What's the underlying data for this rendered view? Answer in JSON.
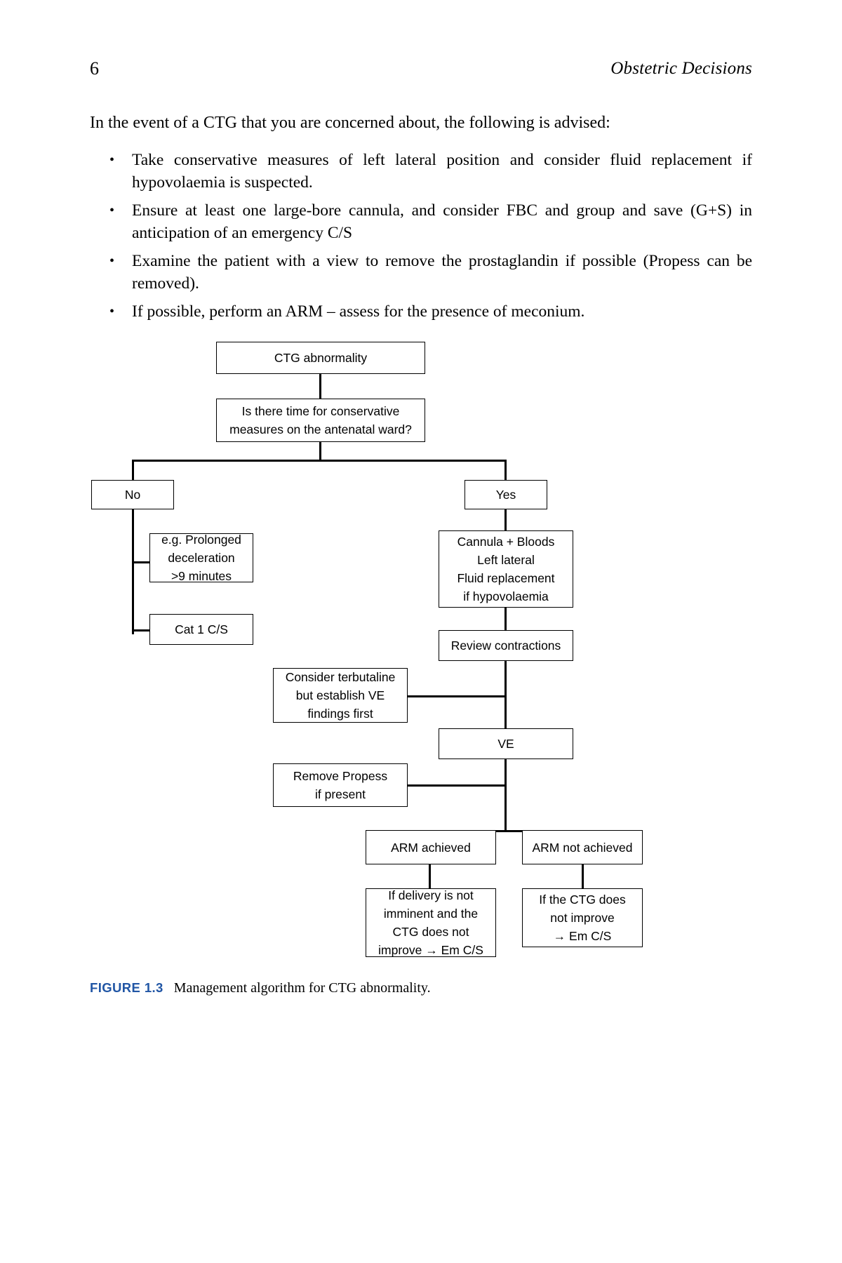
{
  "page": {
    "folio": "6",
    "book_title": "Obstetric Decisions"
  },
  "body": {
    "intro": "In the event of a CTG that you are concerned about, the following is advised:",
    "bullet_marker": "•",
    "bullets": [
      "Take conservative measures of left lateral position and consider fluid replacement if hypovolaemia is suspected.",
      "Ensure at least one large-bore cannula, and consider FBC and group and save (G+S) in anticipation of an emergency C/S",
      "Examine the patient with a view to remove the prostaglandin if possible (Propess can be removed).",
      "If possible, perform an ARM – assess for the presence of meconium."
    ]
  },
  "figure": {
    "label": "FIGURE 1.3",
    "label_color": "#2156a5",
    "caption": "Management algorithm for CTG abnormality."
  },
  "chart_data": {
    "type": "flowchart",
    "title": "Management algorithm for CTG abnormality",
    "nodes": [
      {
        "id": "ctg",
        "text": "CTG abnormality"
      },
      {
        "id": "question",
        "text": "Is there time for conservative measures on the antenatal ward?"
      },
      {
        "id": "no",
        "text": "No"
      },
      {
        "id": "yes",
        "text": "Yes"
      },
      {
        "id": "prolonged",
        "text": "e.g. Prolonged deceleration >9 minutes"
      },
      {
        "id": "cat1",
        "text": "Cat 1 C/S"
      },
      {
        "id": "cannula",
        "text": "Cannula + Bloods Left lateral Fluid replacement if hypovolaemia"
      },
      {
        "id": "review",
        "text": "Review contractions"
      },
      {
        "id": "terbutaline",
        "text": "Consider terbutaline but establish VE findings first"
      },
      {
        "id": "ve",
        "text": "VE"
      },
      {
        "id": "propess",
        "text": "Remove Propess if present"
      },
      {
        "id": "armyes",
        "text": "ARM achieved"
      },
      {
        "id": "armno",
        "text": "ARM not achieved"
      },
      {
        "id": "armyes_out",
        "text": "If delivery is not imminent and the CTG does not improve → Em C/S"
      },
      {
        "id": "armno_out",
        "text": "If the CTG does not improve → Em C/S"
      }
    ],
    "node_lines": {
      "ctg": [
        "CTG abnormality"
      ],
      "question": [
        "Is there time for conservative",
        "measures on the antenatal ward?"
      ],
      "no": [
        "No"
      ],
      "yes": [
        "Yes"
      ],
      "prolonged": [
        "e.g. Prolonged",
        "deceleration",
        ">9 minutes"
      ],
      "cat1": [
        "Cat 1 C/S"
      ],
      "cannula": [
        "Cannula + Bloods",
        "Left lateral",
        "Fluid replacement",
        "if hypovolaemia"
      ],
      "review": [
        "Review contractions"
      ],
      "terbutaline": [
        "Consider terbutaline",
        "but establish VE",
        "findings first"
      ],
      "ve": [
        "VE"
      ],
      "propess": [
        "Remove Propess",
        "if present"
      ],
      "armyes": [
        "ARM achieved"
      ],
      "armno": [
        "ARM not achieved"
      ],
      "armyes_out": [
        "If delivery is not",
        "imminent and the",
        "CTG does not",
        "improve → Em C/S"
      ],
      "armno_out": [
        "If the CTG does",
        "not improve",
        "→ Em C/S"
      ]
    },
    "edges": [
      {
        "from": "ctg",
        "to": "question"
      },
      {
        "from": "question",
        "to": "no",
        "label": "No"
      },
      {
        "from": "question",
        "to": "yes",
        "label": "Yes"
      },
      {
        "from": "no",
        "to": "prolonged"
      },
      {
        "from": "no",
        "to": "cat1"
      },
      {
        "from": "yes",
        "to": "cannula"
      },
      {
        "from": "cannula",
        "to": "review"
      },
      {
        "from": "review",
        "to": "terbutaline"
      },
      {
        "from": "review",
        "to": "ve"
      },
      {
        "from": "ve",
        "to": "propess"
      },
      {
        "from": "ve",
        "to": "armyes"
      },
      {
        "from": "ve",
        "to": "armno"
      },
      {
        "from": "armyes",
        "to": "armyes_out"
      },
      {
        "from": "armno",
        "to": "armno_out"
      }
    ]
  }
}
